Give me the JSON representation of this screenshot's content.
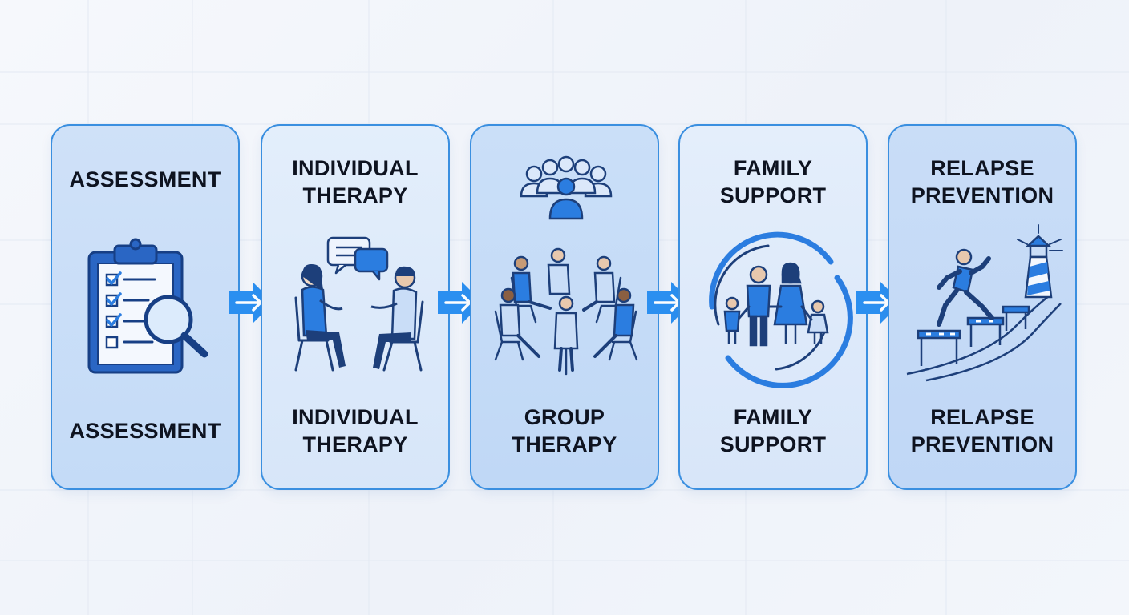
{
  "colors": {
    "border": "#3a8fe0",
    "accent": "#2b7de0",
    "ink": "#1d3f7a",
    "fill_light": "#bcd6f7",
    "arrow": "#2b8ff0"
  },
  "stages": [
    {
      "top_label": "ASSESSMENT",
      "bottom_label": "ASSESSMENT",
      "icon": "clipboard-checklist-magnifier-icon"
    },
    {
      "top_label": "INDIVIDUAL\nTHERAPY",
      "bottom_label": "INDIVIDUAL\nTHERAPY",
      "icon": "two-people-talking-icon"
    },
    {
      "top_label": "",
      "bottom_label": "GROUP\nTHERAPY",
      "icon": "group-circle-icon"
    },
    {
      "top_label": "FAMILY\nSUPPORT",
      "bottom_label": "FAMILY\nSUPPORT",
      "icon": "family-circle-icon"
    },
    {
      "top_label": "RELAPSE\nPREVENTION",
      "bottom_label": "RELAPSE\nPREVENTION",
      "icon": "hurdles-lighthouse-icon"
    }
  ],
  "arrows": [
    "arrow-right-icon",
    "arrow-right-icon",
    "arrow-right-icon",
    "arrow-right-icon"
  ]
}
